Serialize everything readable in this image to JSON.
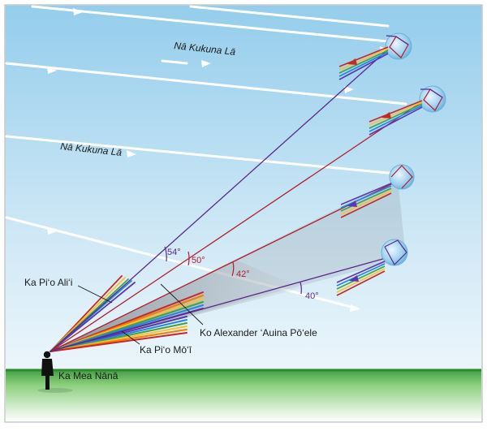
{
  "labels": {
    "sun_rays_upper": "Nā Kukuna Lā",
    "sun_rays_lower": "Nā Kukuna Lā",
    "primary_bow": "Ka Pi‘o Ali‘i",
    "secondary_bow": "Ka Pi‘o Mō‘ī",
    "dark_band": "Ko Alexander ‘Auina Pō‘ele",
    "observer": "Ka Mea Nānā"
  },
  "angles": {
    "a54": "54°",
    "a50": "50°",
    "a42": "42°",
    "a40": "40°"
  },
  "colors": {
    "sky_top": "#9fd3ef",
    "sky_bottom": "#f4fafd",
    "grass": "#2f8a2f",
    "ray_red": "#b0202e",
    "ray_violet": "#5a2a8a",
    "droplet": "#9fd0ee",
    "dark_band": "#9ca4ac"
  },
  "icons": {
    "observer": "person-silhouette-icon",
    "droplet": "water-droplet-icon"
  }
}
